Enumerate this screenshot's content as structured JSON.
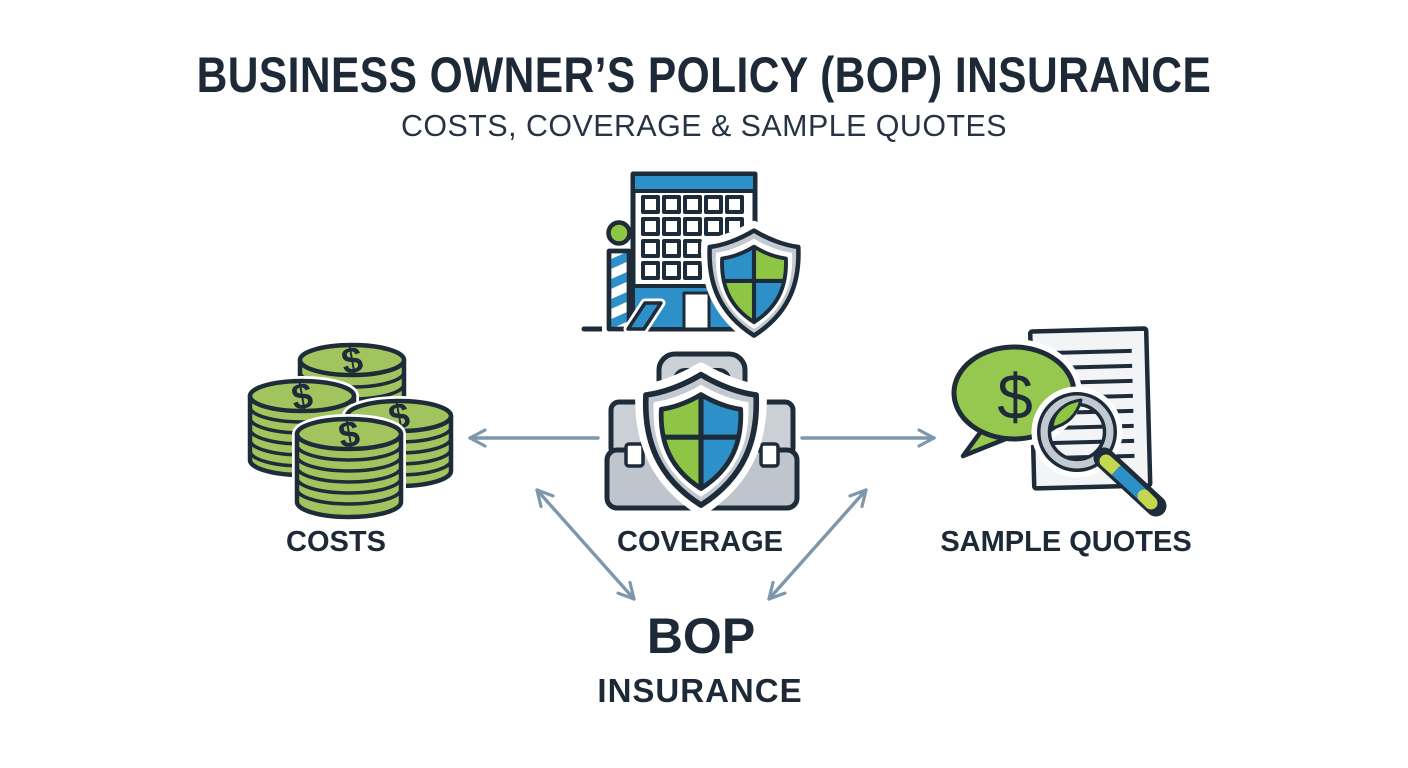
{
  "header": {
    "title": "BUSINESS OWNER’S POLICY (BOP) INSURANCE",
    "subtitle": "COSTS, COVERAGE & SAMPLE QUOTES"
  },
  "diagram": {
    "top_icon": "building-with-shield-icon",
    "nodes": [
      {
        "id": "costs",
        "label": "COSTS",
        "icon": "coin-stacks-icon",
        "position": "left"
      },
      {
        "id": "coverage",
        "label": "COVERAGE",
        "icon": "briefcase-shield-icon",
        "position": "center"
      },
      {
        "id": "sample-quotes",
        "label": "SAMPLE QUOTES",
        "icon": "quote-bubble-document-magnifier-icon",
        "position": "right"
      }
    ],
    "hub": {
      "line1": "BOP",
      "line2": "INSURANCE"
    },
    "connectors": [
      {
        "from": "coverage",
        "to": "costs",
        "style": "single-arrow"
      },
      {
        "from": "coverage",
        "to": "sample-quotes",
        "style": "single-arrow"
      },
      {
        "from": "coverage",
        "to": "bop-insurance",
        "style": "double-arrow"
      },
      {
        "from": "bop-insurance",
        "to": "sample-quotes",
        "style": "double-arrow"
      }
    ]
  },
  "symbols": {
    "dollar": "$"
  },
  "colors": {
    "ink": "#1e2b39",
    "text": "#1d2936",
    "blue": "#2e90c8",
    "green": "#8fc544",
    "coin_green": "#a2c45f",
    "bubble_green": "#96c84f",
    "silver": "#c3c9d0",
    "grey": "#cbd0d7",
    "grey2": "#bfc5cc",
    "paper": "#f2f4f6",
    "arrow": "#7e97aa",
    "cap_green": "#c3d84e"
  }
}
